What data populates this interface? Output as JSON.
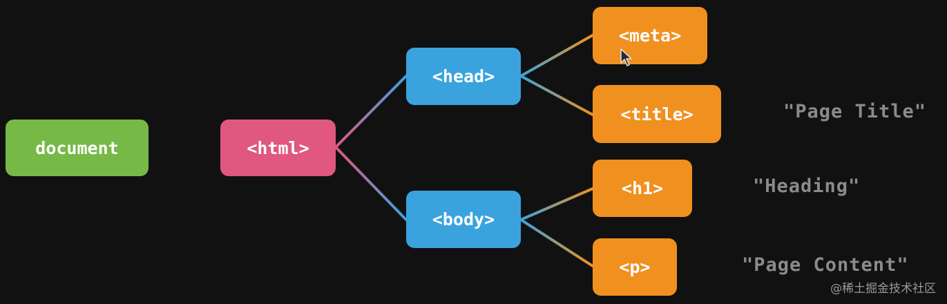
{
  "nodes": {
    "document": {
      "label": "document",
      "color": "#76b947"
    },
    "html": {
      "label": "<html>",
      "color": "#e0577f"
    },
    "head": {
      "label": "<head>",
      "color": "#3aa3de"
    },
    "body": {
      "label": "<body>",
      "color": "#3aa3de"
    },
    "meta": {
      "label": "<meta>",
      "color": "#f0901f"
    },
    "title": {
      "label": "<title>",
      "color": "#f0901f"
    },
    "h1": {
      "label": "<h1>",
      "color": "#f0901f"
    },
    "p": {
      "label": "<p>",
      "color": "#f0901f"
    }
  },
  "text_nodes": {
    "title_text": "\"Page Title\"",
    "h1_text": "\"Heading\"",
    "p_text": "\"Page Content\""
  },
  "watermark": "@稀土掘金技术社区"
}
